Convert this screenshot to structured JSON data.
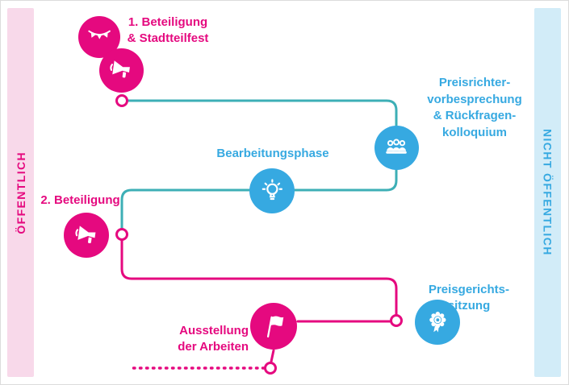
{
  "palette": {
    "pink": "#e5097f",
    "pink_light": "#f8d9ea",
    "blue": "#36a9e1",
    "blue_light": "#d2ecf8",
    "teal": "#3dafb6",
    "background": "#ffffff"
  },
  "sidebars": {
    "left": {
      "label": "ÖFFENTLICH"
    },
    "right": {
      "label": "NICHT ÖFFENTLICH"
    }
  },
  "steps": {
    "beteiligung1": {
      "label": "1. Beteiligung\n& Stadtteilfest",
      "icons": [
        "bunting-icon",
        "megaphone-icon"
      ],
      "color": "pink"
    },
    "preisrichter": {
      "label": "Preisrichter-\nvorbesprechung\n& Rückfragen-\nkolloquium",
      "icon": "jury-icon",
      "color": "blue"
    },
    "bearbeitung": {
      "label": "Bearbeitungsphase",
      "icon": "lightbulb-icon",
      "color": "blue"
    },
    "beteiligung2": {
      "label": "2. Beteiligung",
      "icon": "megaphone-icon",
      "color": "pink"
    },
    "preisgericht": {
      "label": "Preisgerichts-\nsitzung",
      "icon": "award-icon",
      "color": "blue"
    },
    "ausstellung": {
      "label": "Ausstellung\nder Arbeiten",
      "icon": "flag-icon",
      "color": "pink"
    }
  }
}
